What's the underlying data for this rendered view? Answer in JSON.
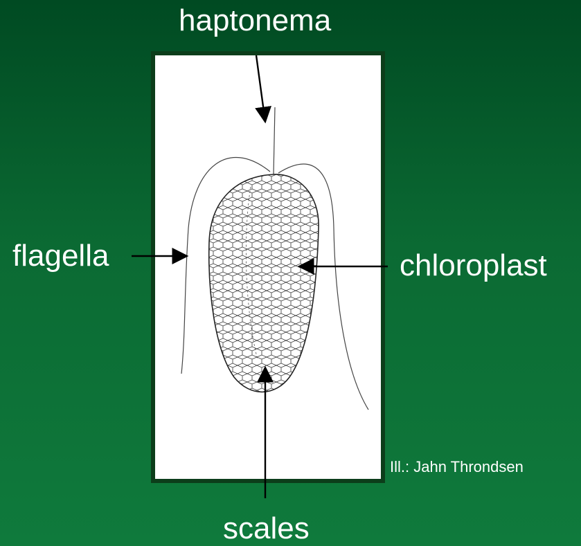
{
  "labels": {
    "haptonema": "haptonema",
    "flagella": "flagella",
    "chloroplast": "chloroplast",
    "scales": "scales"
  },
  "credit": "Ill.: Jahn Throndsen",
  "colors": {
    "background_top": "#004a22",
    "background_bottom": "#0f7a3c",
    "frame_border": "#0c3d1a",
    "label_text": "#ffffff",
    "arrow": "#000000"
  }
}
